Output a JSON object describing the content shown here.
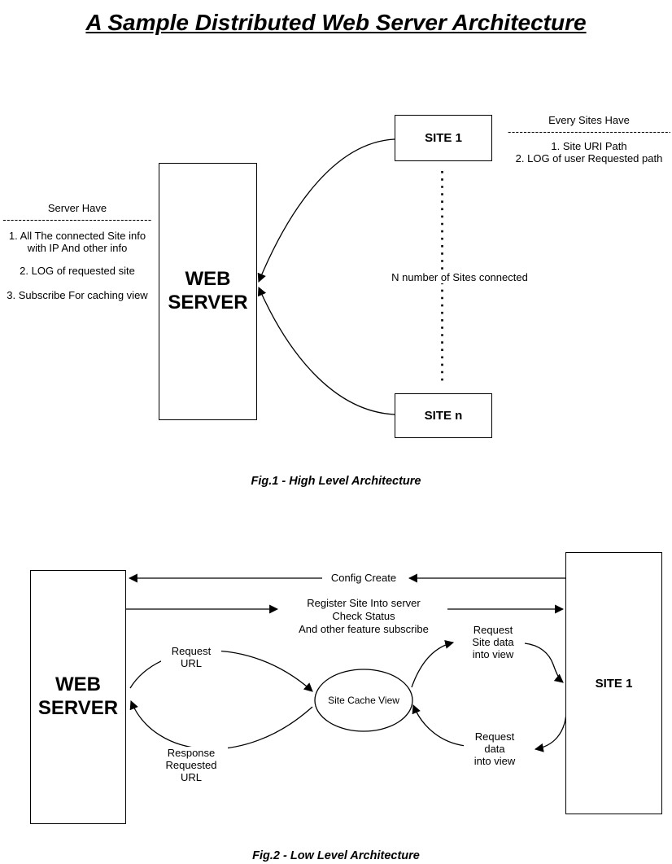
{
  "title": "A Sample Distributed Web Server Architecture",
  "fig1": {
    "caption": "Fig.1 - High Level Architecture",
    "web_server_label": "WEB\nSERVER",
    "site1_label": "SITE 1",
    "site_n_label": "SITE n",
    "n_sites_label": "N number of Sites connected",
    "server_have": {
      "heading": "Server Have",
      "divider": "--------------------------------------",
      "item1": "1. All The connected Site info\nwith IP And other info",
      "item2": "2. LOG of requested site",
      "item3": "3. Subscribe For caching view"
    },
    "sites_have": {
      "heading": "Every Sites Have",
      "divider": "------------------------------------------",
      "item1": "1. Site URI Path",
      "item2": "2. LOG of user Requested path"
    }
  },
  "fig2": {
    "caption": "Fig.2 - Low Level Architecture",
    "web_server_label": "WEB\nSERVER",
    "site1_label": "SITE 1",
    "cache_label": "Site Cache View",
    "config_create_label": "Config Create",
    "register_label": "Register Site Into server\nCheck Status\nAnd other feature subscribe",
    "request_url_label": "Request\nURL",
    "response_url_label": "Response\nRequested\nURL",
    "request_site_data_label": "Request\nSite data\ninto view",
    "request_data_label": "Request\ndata\ninto view"
  }
}
